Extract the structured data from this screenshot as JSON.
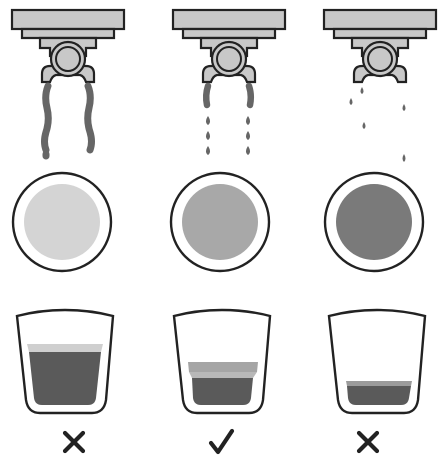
{
  "colors": {
    "outline": "#222222",
    "machine_body": "#c8c8c8",
    "stream": "#666666",
    "crema_light": "#d4d4d4",
    "crema_mid": "#a8a8a8",
    "crema_dark": "#7a7a7a",
    "coffee": "#5a5a5a",
    "crema_layer_light": "#cfcfcf",
    "crema_layer_mid": "#a5a5a5",
    "crema_layer_dark": "#9b9b9b"
  },
  "columns": [
    {
      "id": "under-extracted",
      "flow": "continuous-streams",
      "crema_tone": "light",
      "shot_level": 0.62,
      "verdict_icon": "cross-icon"
    },
    {
      "id": "ideal",
      "flow": "streams-then-drips",
      "crema_tone": "mid",
      "shot_level": 0.38,
      "verdict_icon": "check-icon"
    },
    {
      "id": "over-extracted",
      "flow": "sparse-drips",
      "crema_tone": "dark",
      "shot_level": 0.18,
      "verdict_icon": "cross-icon"
    }
  ]
}
